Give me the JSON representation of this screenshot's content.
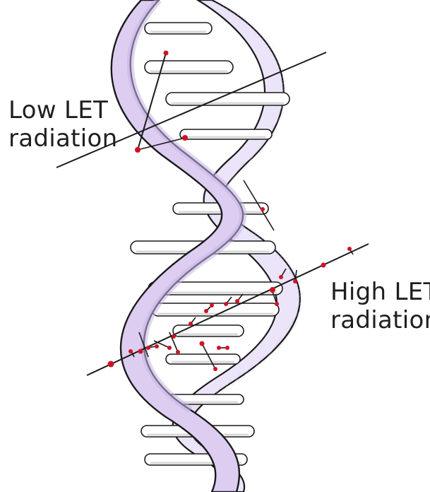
{
  "labels": {
    "low": [
      "Low LET",
      "radiation"
    ],
    "high": [
      "High LET",
      "radiation"
    ]
  },
  "colors": {
    "backbone": "#dccdf1",
    "backbone_shade": "#c7b4e6",
    "outline": "#1a1a1a",
    "rung_fill": "#ffffff",
    "rung_shade": "#d9d9d9",
    "ionization": "#d11124"
  }
}
